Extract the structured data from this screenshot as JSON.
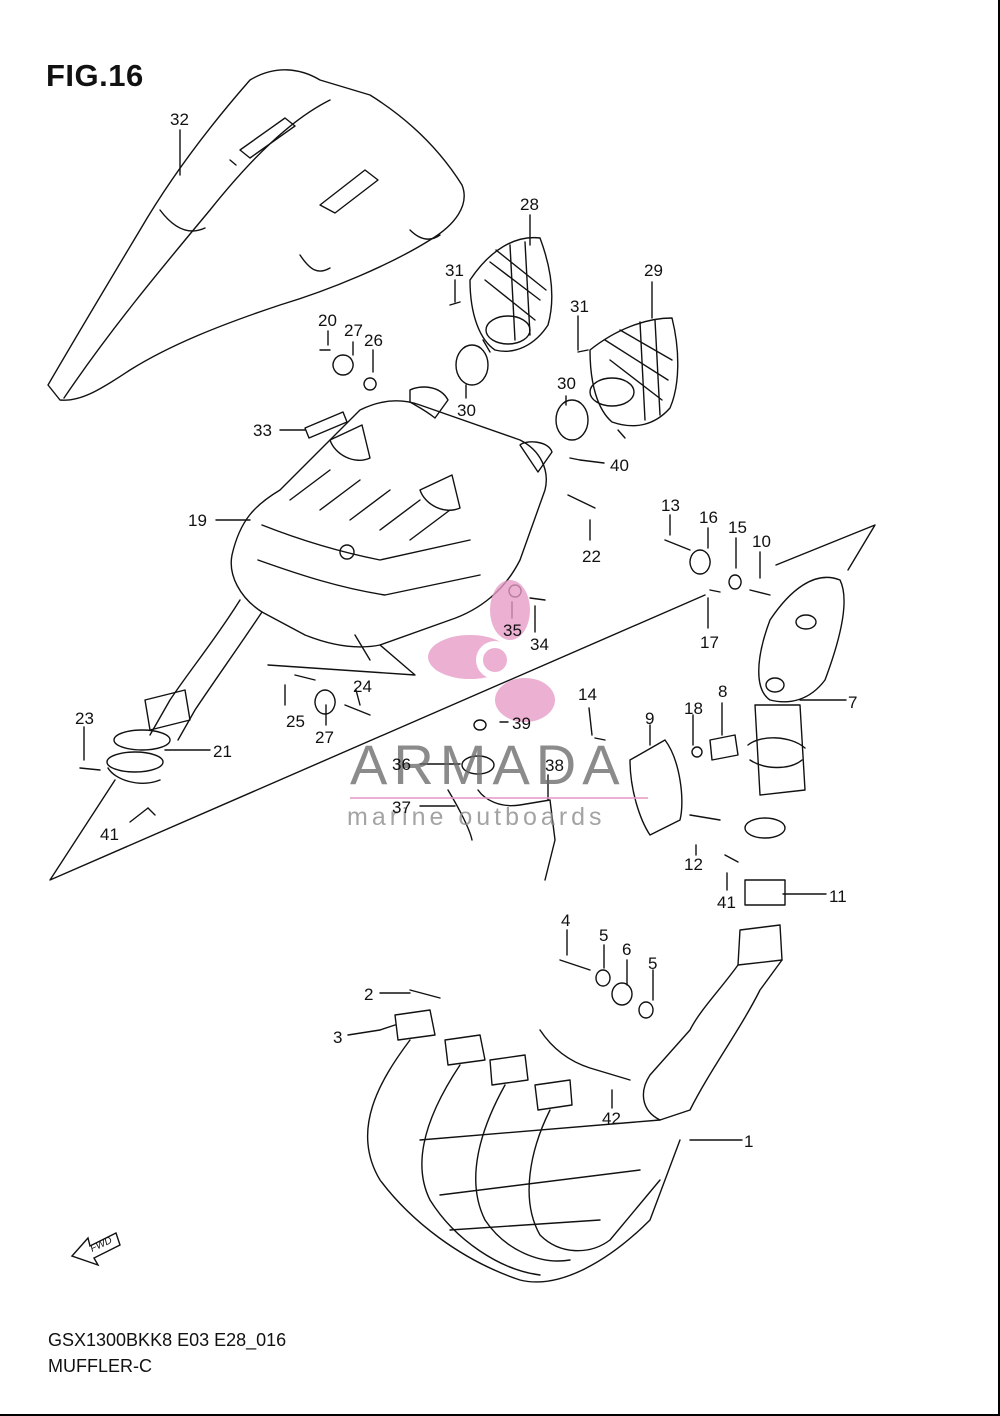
{
  "figure": {
    "title": "FIG.16",
    "model_code": "GSX1300BKK8 E03 E28_016",
    "section_name": "MUFFLER-C",
    "fwd_label": "FWD"
  },
  "watermark": {
    "brand": "ARMADA",
    "tagline": "marine outboards",
    "color": "#e79ac6"
  },
  "callouts": [
    "32",
    "28",
    "29",
    "31",
    "31",
    "30",
    "30",
    "40",
    "20",
    "27",
    "26",
    "33",
    "19",
    "22",
    "13",
    "16",
    "15",
    "10",
    "17",
    "35",
    "34",
    "7",
    "24",
    "25",
    "27",
    "23",
    "21",
    "39",
    "14",
    "9",
    "18",
    "8",
    "36",
    "38",
    "37",
    "41",
    "41",
    "12",
    "11",
    "4",
    "5",
    "6",
    "5",
    "2",
    "3",
    "42",
    "1"
  ]
}
